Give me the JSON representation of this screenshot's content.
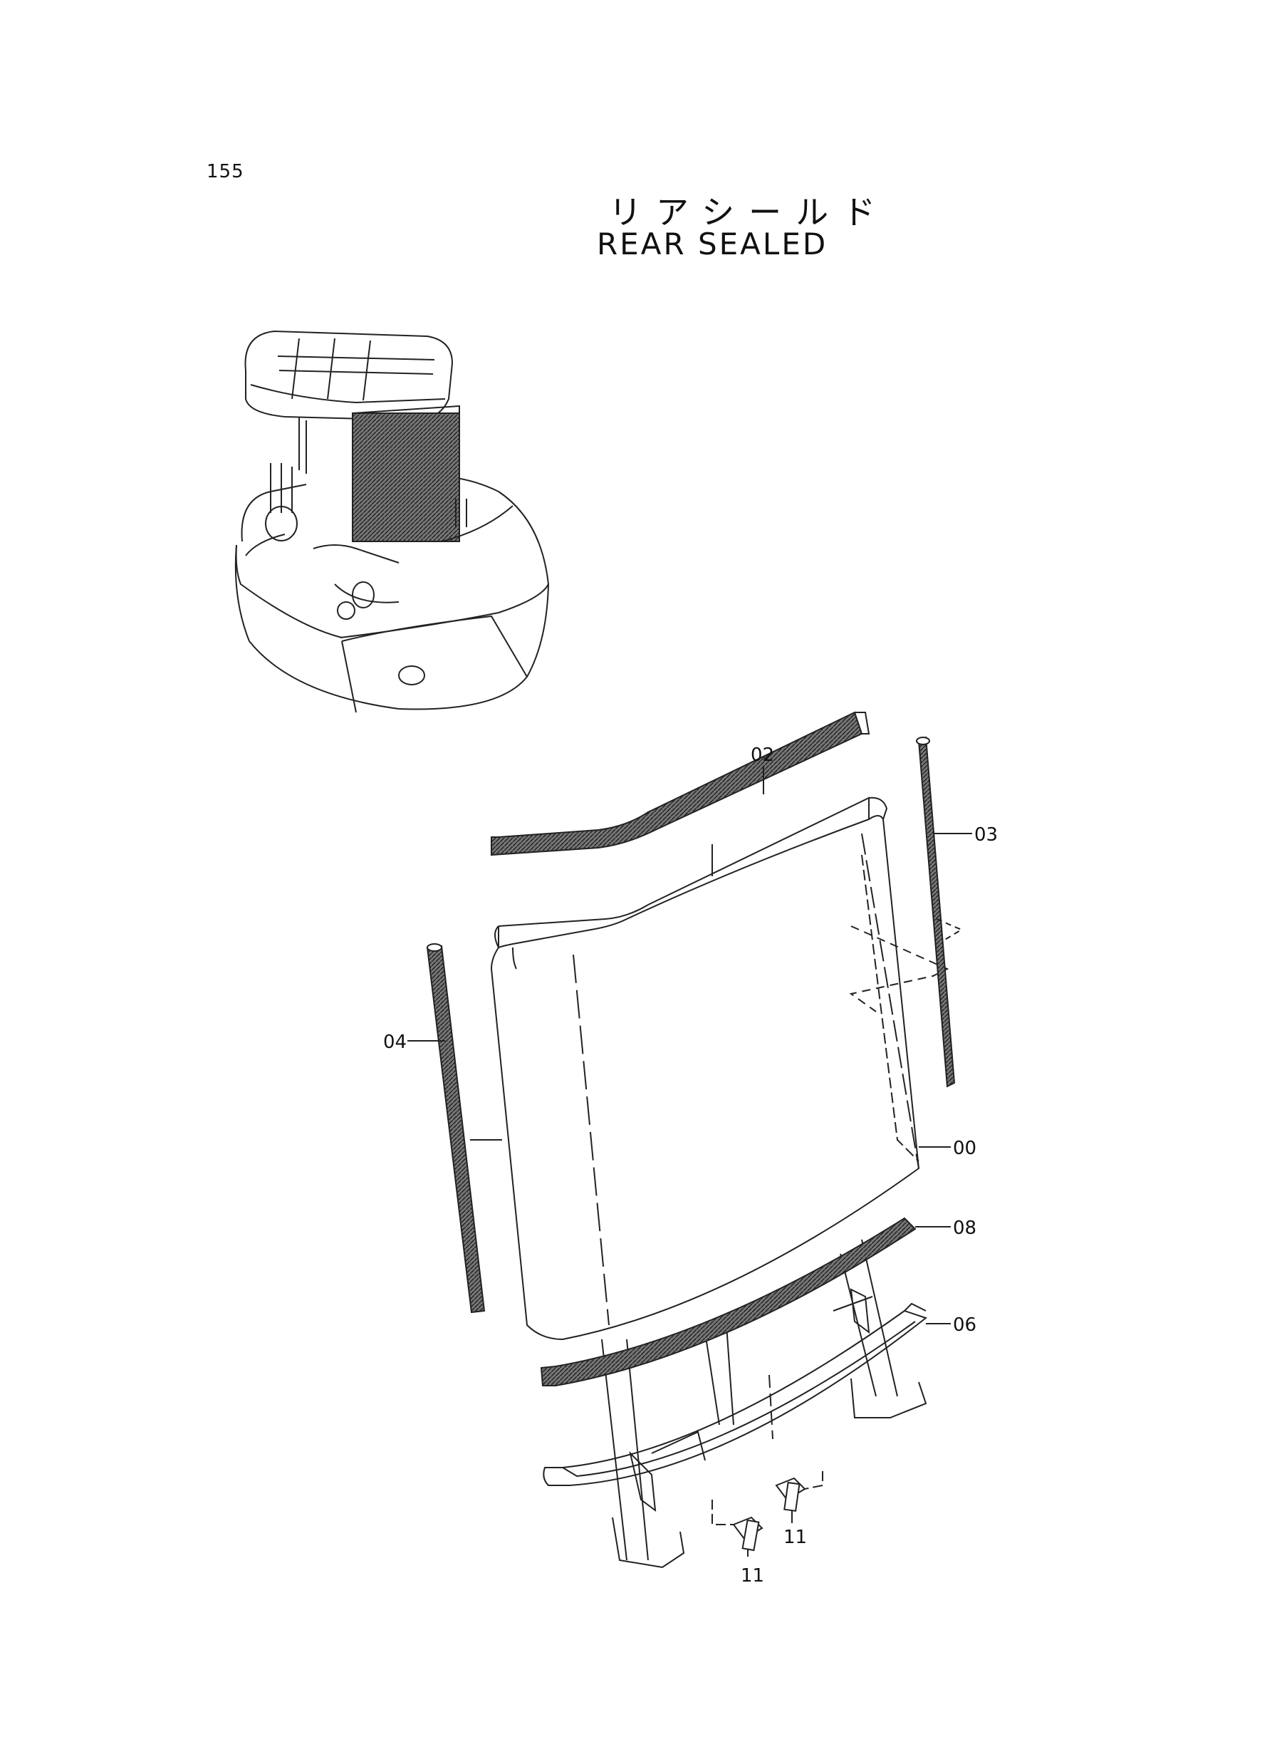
{
  "page_number": "155",
  "title_jp": "リアシールド",
  "title_en": "REAR SEALED",
  "callouts": {
    "c02": "02",
    "c03": "03",
    "c04": "04",
    "c00": "00",
    "c08": "08",
    "c06": "06",
    "c11a": "11",
    "c11b": "11"
  },
  "colors": {
    "ink": "#111111",
    "paper": "#ffffff"
  }
}
